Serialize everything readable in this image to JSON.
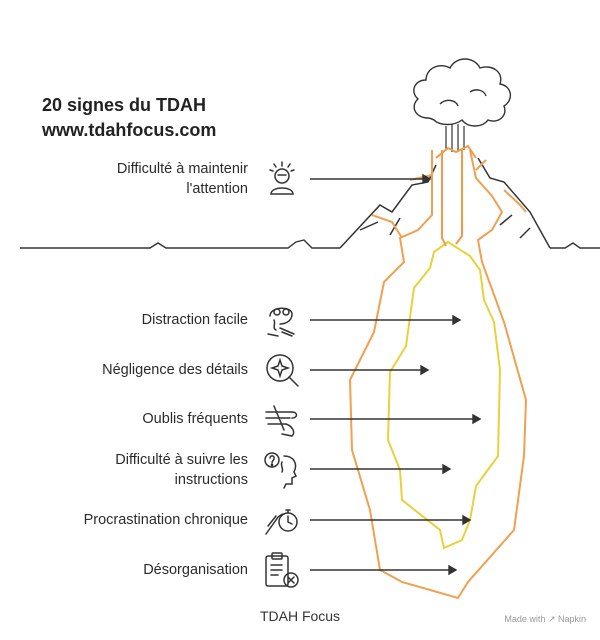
{
  "title": {
    "line1": "20 signes du TDAH",
    "line2": "www.tdahfocus.com"
  },
  "items": [
    {
      "label_line1": "Difficulté à maintenir",
      "label_line2": "l'attention",
      "icon": "stressed-person-icon"
    },
    {
      "label_line1": "Distraction facile",
      "label_line2": "",
      "icon": "distracted-face-icon"
    },
    {
      "label_line1": "Négligence des détails",
      "label_line2": "",
      "icon": "magnifier-sparkle-icon"
    },
    {
      "label_line1": "Oublis fréquents",
      "label_line2": "",
      "icon": "string-finger-reminder-icon"
    },
    {
      "label_line1": "Difficulté à suivre les",
      "label_line2": "instructions",
      "icon": "confused-head-icon"
    },
    {
      "label_line1": "Procrastination chronique",
      "label_line2": "",
      "icon": "hand-stopwatch-icon"
    },
    {
      "label_line1": "Désorganisation",
      "label_line2": "",
      "icon": "clipboard-x-icon"
    }
  ],
  "footer": "TDAH Focus",
  "credit": "Made with ↗ Napkin",
  "colors": {
    "outer_layer": "#f0a050",
    "inner_layer": "#e8d23a",
    "lava": "#f39a4a",
    "outline": "#333333",
    "text": "#2b2b2b"
  }
}
